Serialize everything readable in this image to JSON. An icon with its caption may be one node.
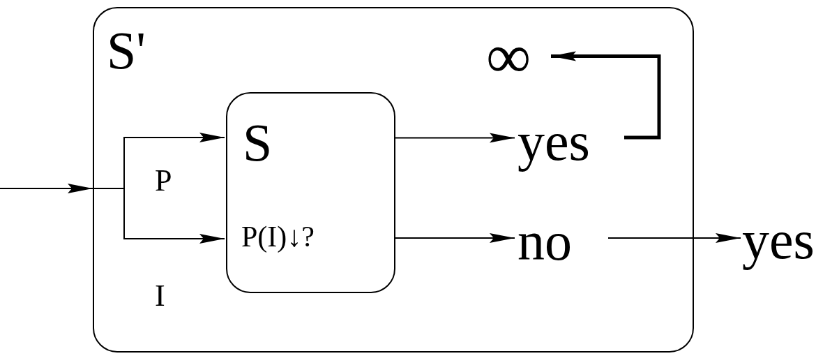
{
  "diagram": {
    "nodes": [
      {
        "text": [
          "S'"
        ]
      },
      {
        "text": [
          "S",
          "P(I)↓?"
        ],
        "in": 0
      },
      {
        "text": [
          "∞"
        ],
        "in": 0
      },
      {
        "text": [
          "yes"
        ],
        "in": 0
      },
      {
        "text": [
          "no"
        ],
        "in": 0
      },
      {
        "text": [
          "yes"
        ]
      }
    ],
    "edges": [
      {
        "from": null,
        "to": 1,
        "arrow": "to",
        "label": "P"
      },
      {
        "from": null,
        "to": 1,
        "arrow": "to",
        "label": "I"
      },
      {
        "from": 1,
        "to": 3,
        "arrow": "to"
      },
      {
        "from": 1,
        "to": 4,
        "arrow": "to"
      },
      {
        "from": 3,
        "to": 2,
        "arrow": "to",
        "style": "thick"
      },
      {
        "from": 4,
        "to": 5,
        "arrow": "to"
      }
    ]
  }
}
